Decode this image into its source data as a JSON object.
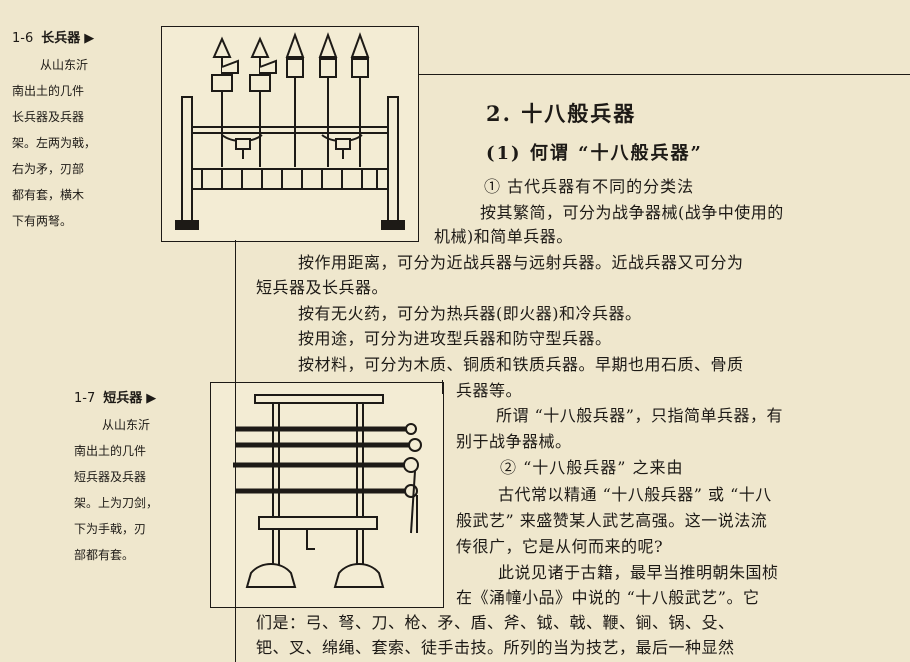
{
  "captions": {
    "fig1": {
      "number": "1-6",
      "title": "长兵器",
      "arrow": "▶",
      "lines": [
        "从山东沂",
        "南出土的几件",
        "长兵器及兵器",
        "架。左两为戟，",
        "右为矛，刃部",
        "都有套，横木",
        "下有两弩。"
      ]
    },
    "fig2": {
      "number": "1-7",
      "title": "短兵器",
      "arrow": "▶",
      "lines": [
        "从山东沂",
        "南出土的几件",
        "短兵器及兵器",
        "架。上为刀剑，",
        "下为手戟，刃",
        "部都有套。"
      ]
    }
  },
  "article": {
    "section_title": "2. 十八般兵器",
    "subsection_title": "(1) 何谓 “十八般兵器”",
    "sub_item_1": "①  古代兵器有不同的分类法",
    "lines": [
      "按其繁简，可分为战争器械(战争中使用的",
      "机械)和简单兵器。",
      "按作用距离，可分为近战兵器与远射兵器。近战兵器又可分为",
      "短兵器及长兵器。",
      "按有无火药，可分为热兵器(即火器)和冷兵器。",
      "按用途，可分为进攻型兵器和防守型兵器。",
      "按材料，可分为木质、铜质和铁质兵器。早期也用石质、骨质",
      "兵器等。",
      "所谓 “十八般兵器”，只指简单兵器，有",
      "别于战争器械。",
      "②  “十八般兵器” 之来由",
      "古代常以精通 “十八般兵器” 或 “十八",
      "般武艺” 来盛赞某人武艺高强。这一说法流",
      "传很广，它是从何而来的呢?",
      "此说见诸于古籍，最早当推明朝朱国桢",
      "在《涌幢小品》中说的 “十八般武艺”。它",
      "们是：弓、弩、刀、枪、矛、盾、斧、钺、戟、鞭、锏、锅、殳、",
      "钯、叉、绵绳、套索、徒手击技。所列的当为技艺，最后一种显然"
    ]
  }
}
